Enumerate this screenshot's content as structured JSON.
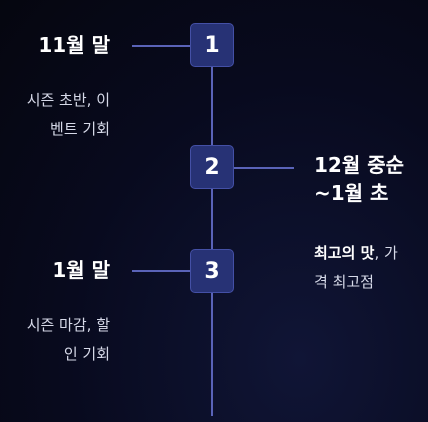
{
  "timeline": {
    "items": [
      {
        "number": "1",
        "date": "11월 말",
        "description_line1": "시즌 초반, 이",
        "description_line2": "벤트 기회"
      },
      {
        "number": "2",
        "date_line1": "12월 중순",
        "date_line2": "~1월 초",
        "description_highlight": "최고의 맛",
        "description_rest_line1": ", 가",
        "description_line2": "격 최고점"
      },
      {
        "number": "3",
        "date": "1월 말",
        "description_line1": "시즌 마감, 할",
        "description_line2": "인 기회"
      }
    ]
  },
  "colors": {
    "background": "#080a1e",
    "badge_fill": "#273275",
    "line": "#5a63b8",
    "text": "#ffffff",
    "description_text": "#d6d9e8"
  }
}
